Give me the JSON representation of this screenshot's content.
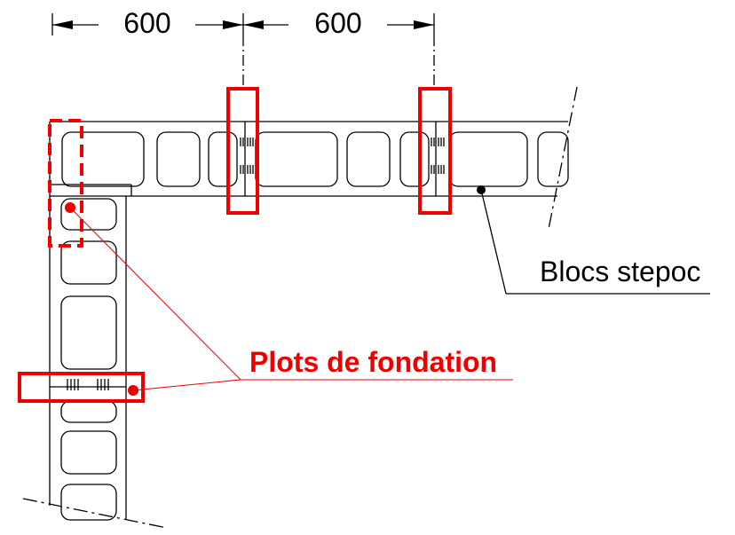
{
  "dimensions": [
    {
      "value": "600"
    },
    {
      "value": "600"
    }
  ],
  "labels": {
    "blocks": "Blocs stepoc",
    "foundations": "Plots de fondation"
  },
  "colors": {
    "line": "#000000",
    "accent": "#ee0000",
    "background": "#ffffff"
  }
}
